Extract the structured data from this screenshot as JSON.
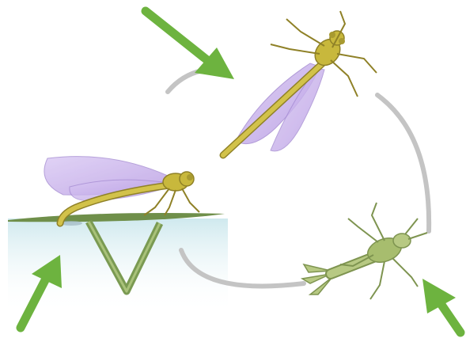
{
  "diagram": {
    "stages": [
      {
        "id": "adult",
        "icon": "adult-damselfly-icon"
      },
      {
        "id": "egg-laying",
        "icon": "egg-laying-damselfly-icon"
      },
      {
        "id": "nymph",
        "icon": "nymph-icon"
      }
    ],
    "arrows": [
      {
        "points_to": "adult"
      },
      {
        "points_to": "egg-laying"
      },
      {
        "points_to": "nymph"
      }
    ],
    "colors": {
      "arrow": "#6db33f",
      "cycle_arc": "#c4c4c4",
      "body": "#c8b83c",
      "body_dark": "#8f8127",
      "wing": "#c9b3ec",
      "water": "#d9eef2",
      "leaf": "#7a9a52",
      "nymph_body": "#b7c983"
    }
  }
}
